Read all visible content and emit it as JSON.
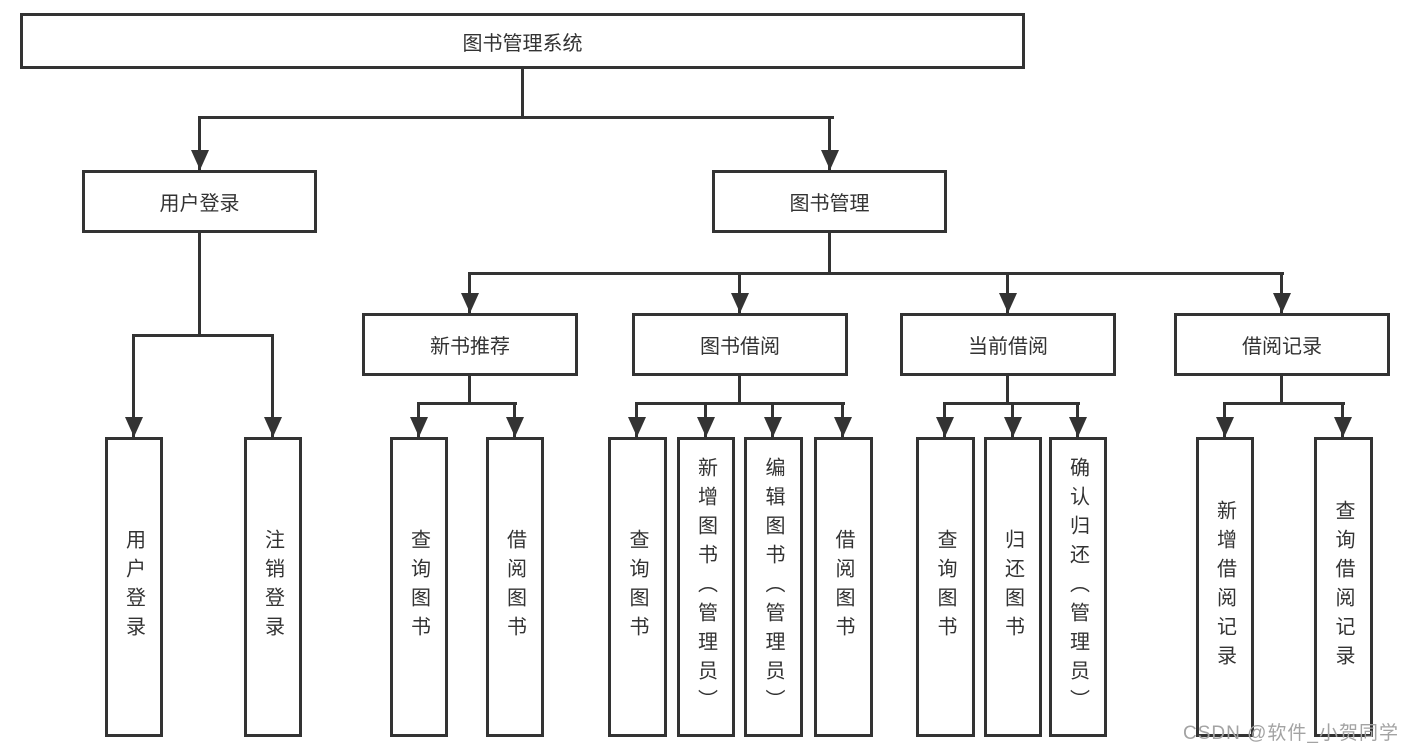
{
  "tree": {
    "root": {
      "label": "图书管理系统"
    },
    "branches": [
      {
        "label": "用户登录",
        "children": [
          {
            "label": "用户登录"
          },
          {
            "label": "注销登录"
          }
        ]
      },
      {
        "label": "图书管理",
        "children": [
          {
            "label": "新书推荐",
            "children": [
              {
                "label": "查询图书"
              },
              {
                "label": "借阅图书"
              }
            ]
          },
          {
            "label": "图书借阅",
            "children": [
              {
                "label": "查询图书"
              },
              {
                "label": "新增图书（管理员）"
              },
              {
                "label": "编辑图书（管理员）"
              },
              {
                "label": "借阅图书"
              }
            ]
          },
          {
            "label": "当前借阅",
            "children": [
              {
                "label": "查询图书"
              },
              {
                "label": "归还图书"
              },
              {
                "label": "确认归还（管理员）"
              }
            ]
          },
          {
            "label": "借阅记录",
            "children": [
              {
                "label": "新增借阅记录"
              },
              {
                "label": "查询借阅记录"
              }
            ]
          }
        ]
      }
    ]
  },
  "watermark": {
    "text": "CSDN @软件_小贺同学"
  },
  "colors": {
    "line": "#333333",
    "text": "#333333",
    "box_background": "#ffffff",
    "watermark": "#a3a3a3",
    "background": "#ffffff"
  }
}
